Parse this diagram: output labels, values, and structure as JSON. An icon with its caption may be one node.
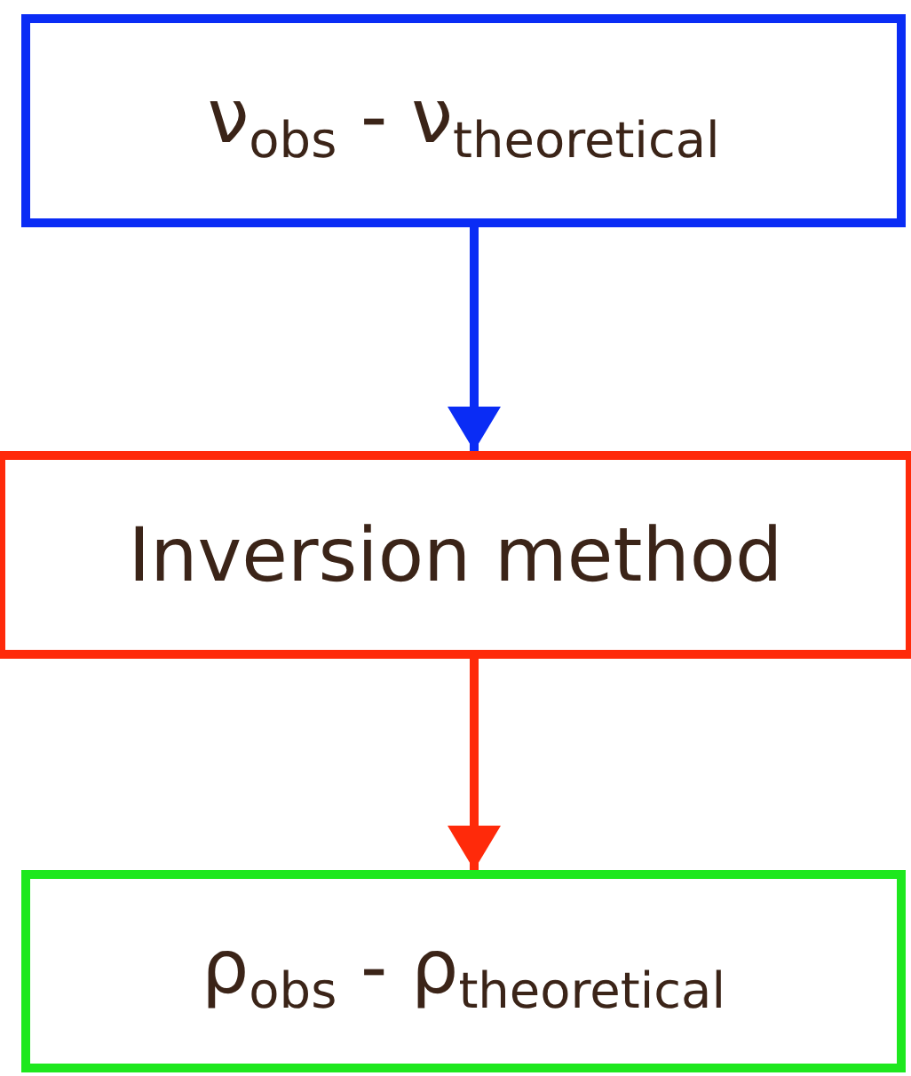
{
  "diagram": {
    "nodes": [
      {
        "text": [
          "ν$_{obs}$ - ν$_{theoretical}$"
        ]
      },
      {
        "text": [
          "Inversion method"
        ]
      },
      {
        "text": [
          "ρ$_{obs}$ - ρ$_{theoretical}$"
        ]
      }
    ],
    "edges": [
      {
        "from": 0,
        "to": 1,
        "arrow": "to",
        "color": "#0a2cf5"
      },
      {
        "from": 1,
        "to": 2,
        "arrow": "to",
        "color": "#ff2a0a"
      }
    ]
  }
}
